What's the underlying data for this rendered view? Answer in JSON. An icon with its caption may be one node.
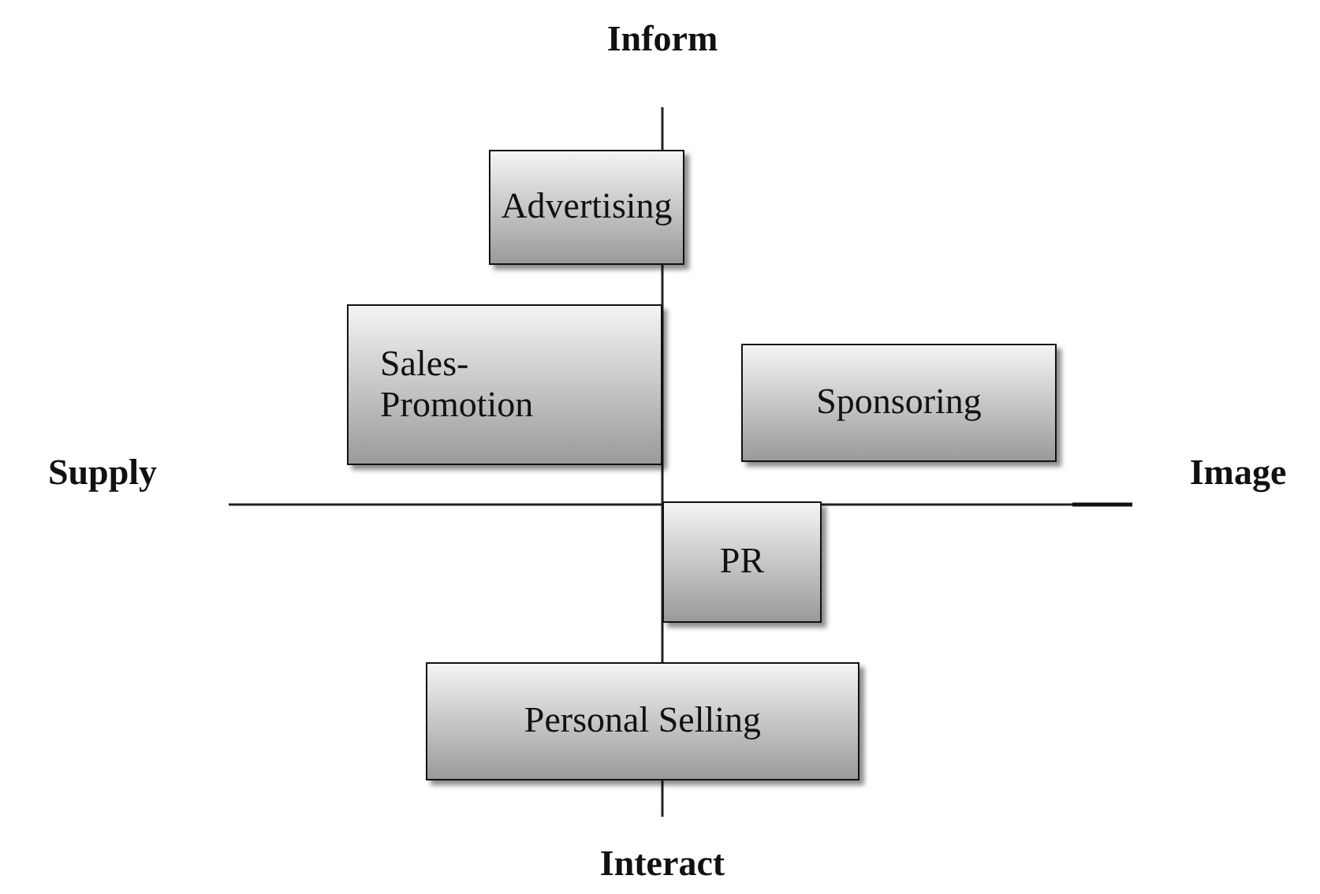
{
  "diagram": {
    "nodes": [
      {
        "text": [
          "Advertising"
        ]
      },
      {
        "text": [
          "Sales-Promotion"
        ]
      },
      {
        "text": [
          "Sponsoring"
        ]
      },
      {
        "text": [
          "PR"
        ]
      },
      {
        "text": [
          "Personal Selling"
        ]
      }
    ],
    "labels": [
      "Inform",
      "Supply",
      "Image",
      "Interact"
    ]
  }
}
